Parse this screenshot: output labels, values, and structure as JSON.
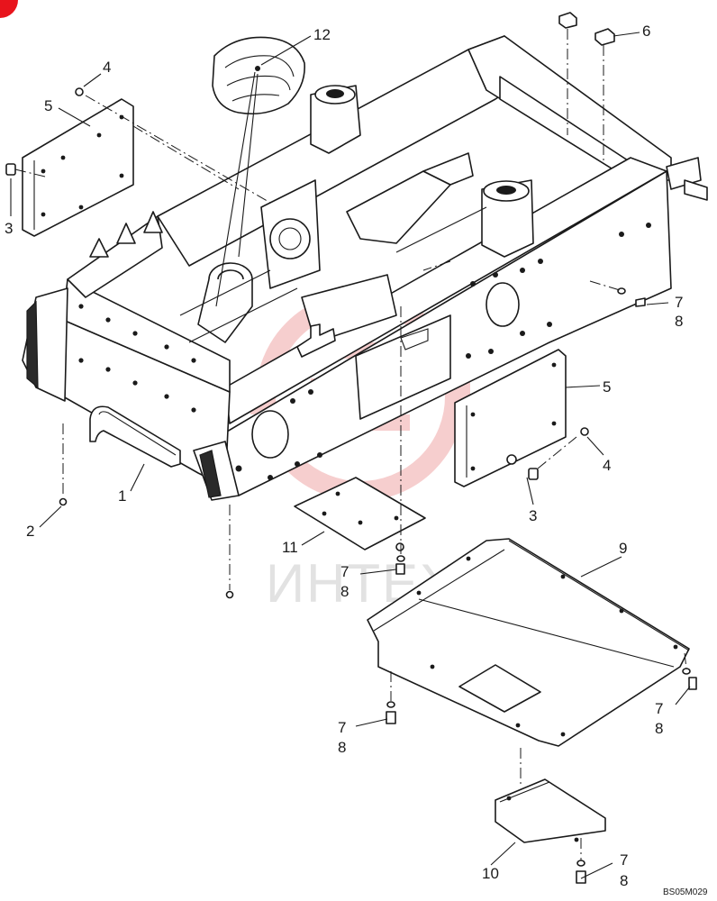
{
  "drawing": {
    "code": "BS05M029",
    "watermark": "ИНТЕХ",
    "corner_mark_color": "#e8141c",
    "line_color": "#1a1a1a",
    "watermark_color": "#f6c9c9"
  },
  "callouts": {
    "c1": "1",
    "c2": "2",
    "c3a": "3",
    "c3b": "3",
    "c4a": "4",
    "c4b": "4",
    "c5a": "5",
    "c5b": "5",
    "c6": "6",
    "c7a": "7",
    "c8a": "8",
    "c7b": "7",
    "c8b": "8",
    "c7c": "7",
    "c8c": "8",
    "c7d": "7",
    "c8d": "8",
    "c7e": "7",
    "c8e": "8",
    "c9": "9",
    "c10": "10",
    "c11": "11",
    "c12": "12"
  }
}
